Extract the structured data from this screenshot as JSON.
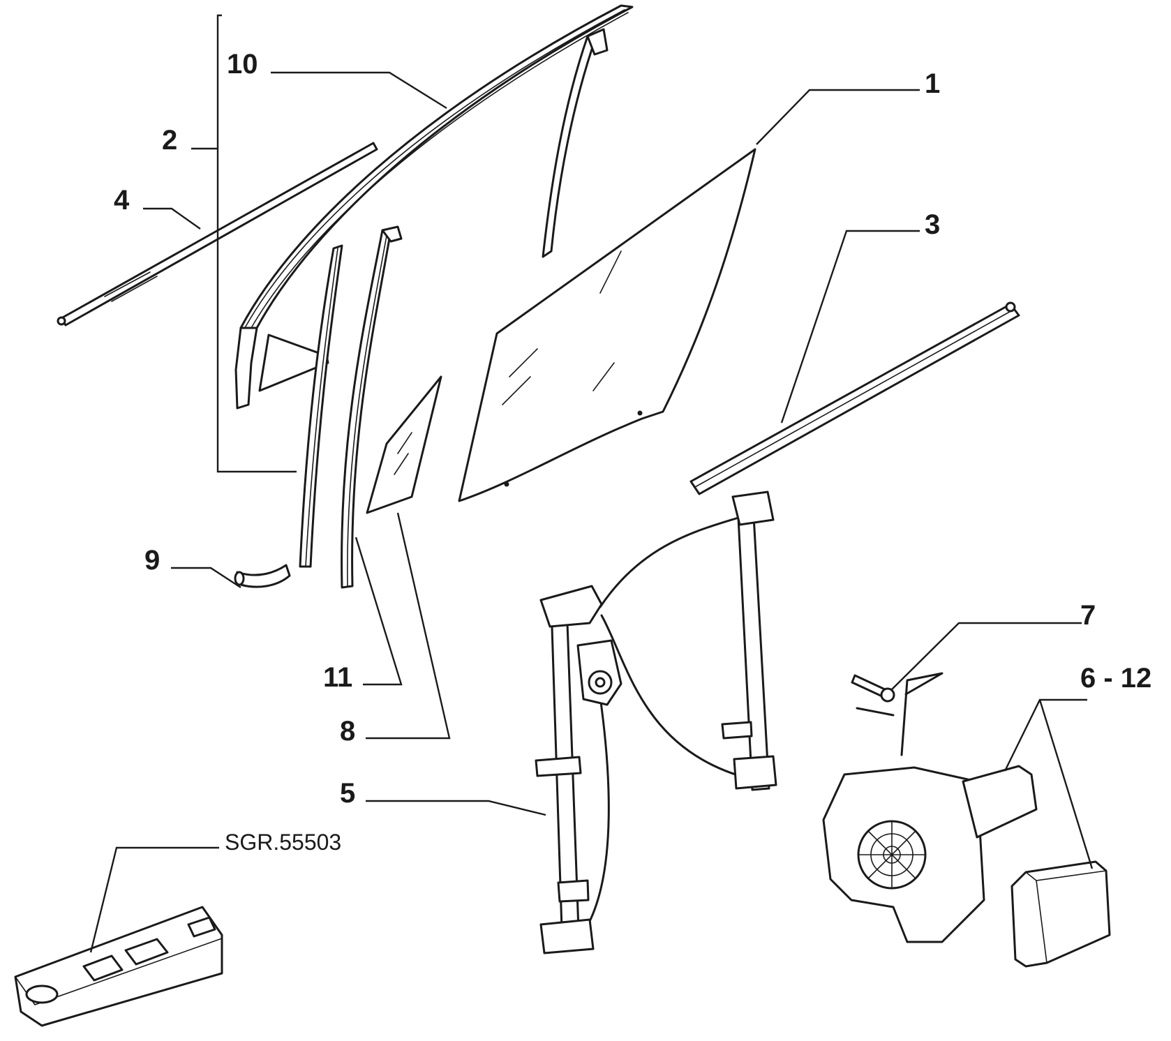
{
  "callouts": {
    "c1": "1",
    "c2": "2",
    "c3": "3",
    "c4": "4",
    "c5": "5",
    "c6_12": "6 - 12",
    "c7": "7",
    "c8": "8",
    "c9": "9",
    "c10": "10",
    "c11": "11"
  },
  "reference": "SGR.55503",
  "parts": {
    "p1": "door-glass",
    "p2": "window-frame-seal-kit",
    "p3": "outer-belt-weatherstrip",
    "p4": "inner-belt-weatherstrip",
    "p5": "window-regulator",
    "p6_12": "regulator-motor-and-control-unit",
    "p7": "screw",
    "p8": "quarter-glass",
    "p9": "hose-sleeve",
    "p10": "upper-frame-seal",
    "p11": "glass-run-channel",
    "switch": "window-switch-panel"
  },
  "colors": {
    "ink": "#1a1a1a",
    "paper": "#ffffff"
  }
}
